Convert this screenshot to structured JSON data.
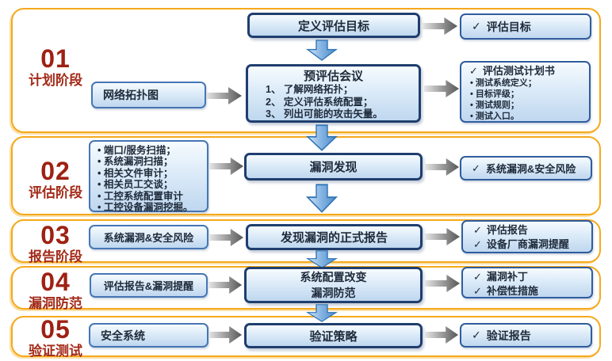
{
  "colors": {
    "band_border": "#f5a91c",
    "phase_red": "#9e2113",
    "main_border_navy": "#1f3e6e",
    "small_border_blue": "#4576b4",
    "out_border_blue": "#2f5d9e",
    "box_fill_light": "#dcebf8",
    "arrow_blue": "#4e8ccb",
    "arrow_gray": "#5a5a5a"
  },
  "icons": {
    "check": "✓"
  },
  "phases": [
    {
      "num": "01",
      "label": "计划阶段"
    },
    {
      "num": "02",
      "label": "评估阶段"
    },
    {
      "num": "03",
      "label": "报告阶段"
    },
    {
      "num": "04",
      "label": "漏洞防范"
    },
    {
      "num": "05",
      "label": "验证测试"
    }
  ],
  "row1": {
    "define_box": "定义评估目标",
    "input": "网络拓扑图",
    "meeting_title": "预评估会议",
    "meeting_items": [
      "1、 了解网络拓扑；",
      "2、 定义评估系统配置；",
      "3、 列出可能的攻击矢量。"
    ],
    "out_goal": "评估目标",
    "out_plan_title": "评估测试计划书",
    "out_plan_items": [
      "• 测试系统定义；",
      "• 目标评级；",
      "• 测试规则；",
      "• 测试入口。"
    ]
  },
  "row2": {
    "input_items": [
      "• 端口/服务扫描；",
      "• 系统漏洞扫描；",
      "• 相关文件审计；",
      "• 相关员工交谈；",
      "• 工控系统配置审计",
      "• 工控设备漏洞挖掘。"
    ],
    "main": "漏洞发现",
    "out": "系统漏洞&安全风险"
  },
  "row3": {
    "input": "系统漏洞&安全风险",
    "main": "发现漏洞的正式报告",
    "out_items": [
      "评估报告",
      "设备厂商漏洞提醒"
    ]
  },
  "row4": {
    "input": "评估报告&漏洞提醒",
    "main_lines": [
      "系统配置改变",
      "漏洞防范"
    ],
    "out_items": [
      "漏洞补丁",
      "补偿性措施"
    ]
  },
  "row5": {
    "input": "安全系统",
    "main": "验证策略",
    "out": "验证报告"
  }
}
